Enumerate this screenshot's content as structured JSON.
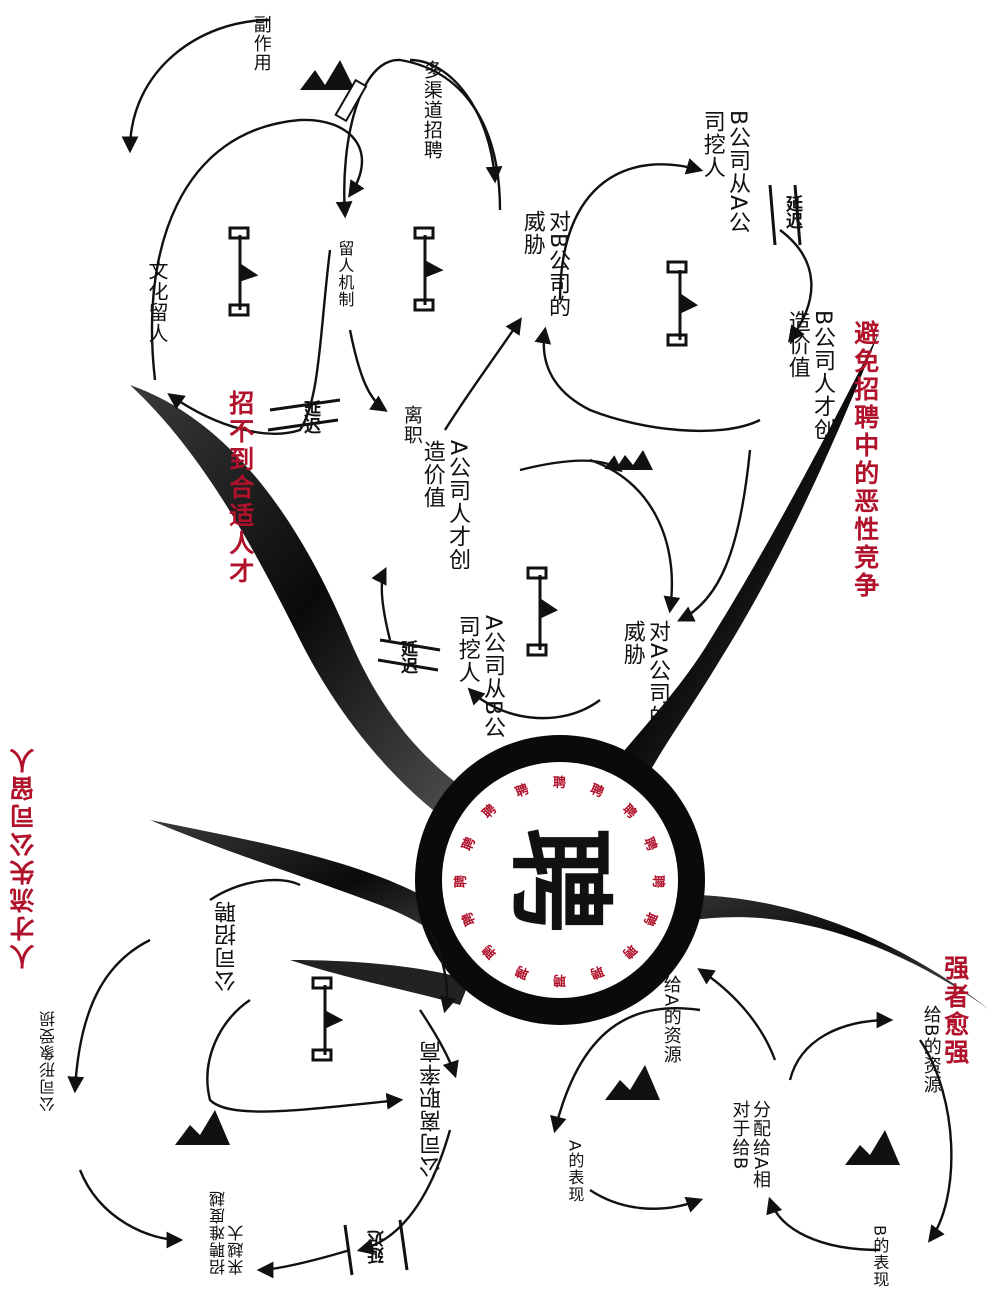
{
  "center": {
    "char": "聘",
    "ring_text": "聘聘聘聘聘聘聘聘聘聘聘聘聘聘聘聘"
  },
  "branches": {
    "top_left_title": "招不到合适人才",
    "right_title": "避免招聘中的恶性竞争",
    "left_title": "人才流失公司留人",
    "bottom_right_title": "强者愈强"
  },
  "top_cluster": {
    "side_effect": "副作用",
    "multi_channel": "多渠道招聘",
    "culture_retain": "文化留人",
    "retain_mechanism": "留人机制",
    "leave": "离职",
    "delay": "延迟"
  },
  "middle_cluster": {
    "threat_to_b": "对B公司的威胁",
    "b_poach_a": "B公司从A公司挖人",
    "b_talent_value": "B公司人才创造价值",
    "a_talent_value": "A公司人才创造价值",
    "threat_to_a": "对A公司的威胁",
    "a_poach_b": "A公司从B公司挖人",
    "delay_b": "延迟",
    "delay_a": "延迟"
  },
  "left_cluster": {
    "company_recruit": "公司招聘",
    "high_turnover": "公司离职率高",
    "company_image": "公司形象受损",
    "recruit_harder": "招聘难度越来越大",
    "delay": "延迟"
  },
  "bottom_right_cluster": {
    "res_a": "给A的资源",
    "res_b": "给B的资源",
    "allocate": "分配给A相对于给B",
    "perf_a": "A的表现",
    "perf_b": "B的表现"
  }
}
